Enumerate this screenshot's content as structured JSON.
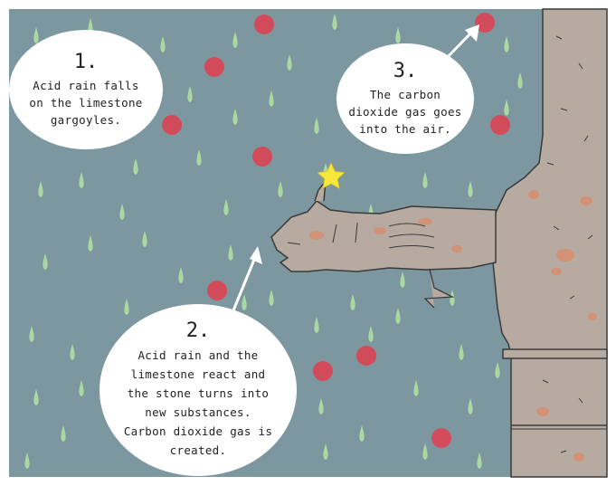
{
  "colors": {
    "sky": "#7d97a0",
    "raindrop": "#a9d9a0",
    "acid_drop": "#d24b5b",
    "stone": "#b7aaa1",
    "stone_stain": "#d98d6e",
    "bubble": "#ffffff",
    "star": "#f7e73a"
  },
  "steps": [
    {
      "number": "1.",
      "text": "Acid rain falls\non the limestone\ngargoyles."
    },
    {
      "number": "2.",
      "text": "Acid rain and the\nlimestone react and\nthe stone turns into\nnew substances.\nCarbon dioxide gas is\ncreated."
    },
    {
      "number": "3.",
      "text": "The carbon\ndioxide gas goes\ninto the air."
    }
  ],
  "icons": [
    "star-icon",
    "arrow-icon"
  ]
}
